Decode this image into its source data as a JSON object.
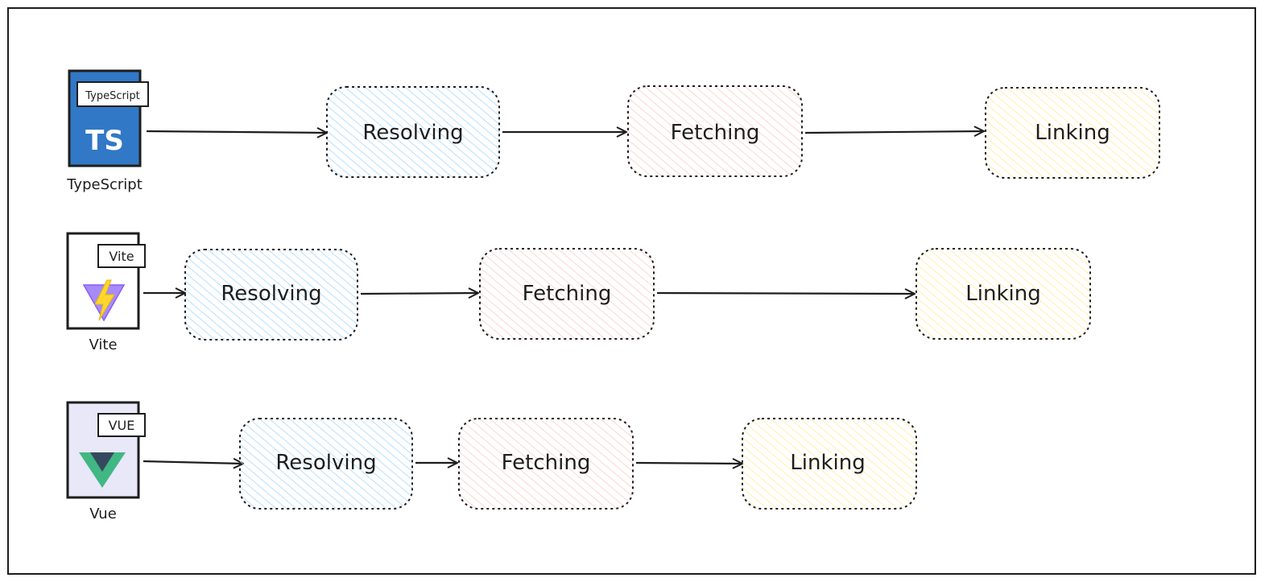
{
  "colors": {
    "blue": "#a5d8ff",
    "red": "#ffc9c9",
    "yellow": "#ffec99",
    "stroke": "#1e1e1e",
    "ts_blue": "#3178c6",
    "vue_bg": "#e8e8f8",
    "vue_green": "#41b883",
    "vue_dark": "#35495e",
    "vite_purple": "#a78bfa",
    "vite_yellow": "#ffd62e"
  },
  "rows": [
    {
      "icon": "typescript-logo-icon",
      "tag": "TypeScript",
      "logo_text": "TS",
      "caption": "TypeScript",
      "steps": [
        {
          "label": "Resolving",
          "color": "blue"
        },
        {
          "label": "Fetching",
          "color": "red"
        },
        {
          "label": "Linking",
          "color": "yellow"
        }
      ]
    },
    {
      "icon": "vite-logo-icon",
      "tag": "Vite",
      "caption": "Vite",
      "steps": [
        {
          "label": "Resolving",
          "color": "blue"
        },
        {
          "label": "Fetching",
          "color": "red"
        },
        {
          "label": "Linking",
          "color": "yellow"
        }
      ]
    },
    {
      "icon": "vue-logo-icon",
      "tag": "VUE",
      "caption": "Vue",
      "steps": [
        {
          "label": "Resolving",
          "color": "blue"
        },
        {
          "label": "Fetching",
          "color": "red"
        },
        {
          "label": "Linking",
          "color": "yellow"
        }
      ]
    }
  ]
}
